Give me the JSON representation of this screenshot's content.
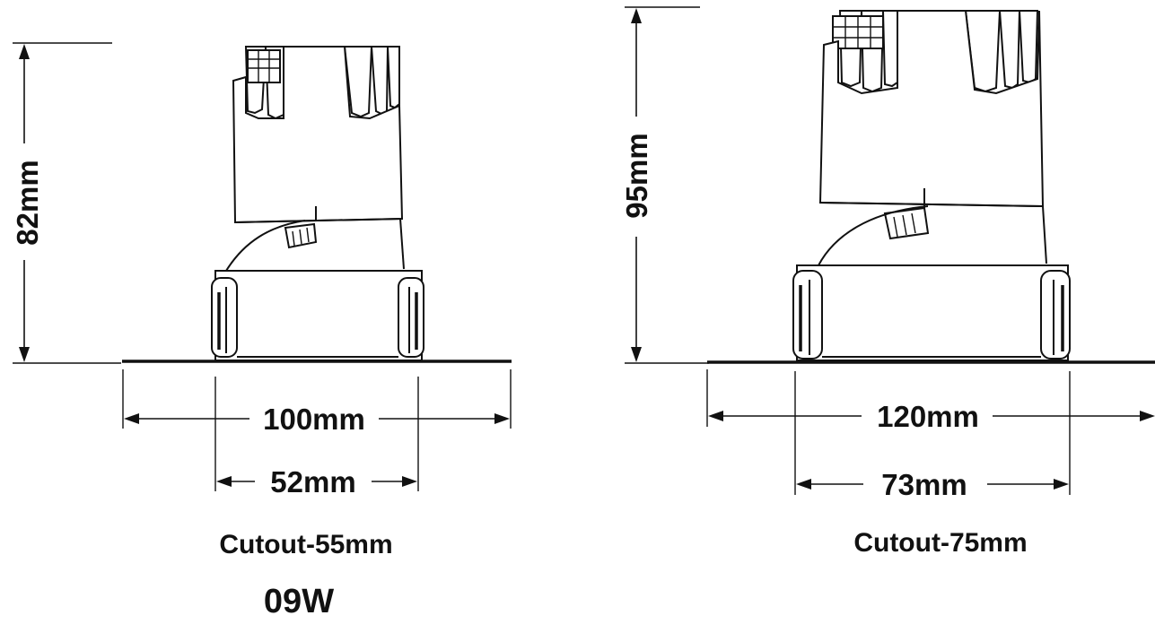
{
  "left_fixture": {
    "height_label": "82mm",
    "outer_width_label": "100mm",
    "inner_width_label": "52mm",
    "cutout_label": "Cutout-55mm",
    "power_label": "09W"
  },
  "right_fixture": {
    "height_label": "95mm",
    "outer_width_label": "120mm",
    "inner_width_label": "73mm",
    "cutout_label": "Cutout-75mm"
  }
}
